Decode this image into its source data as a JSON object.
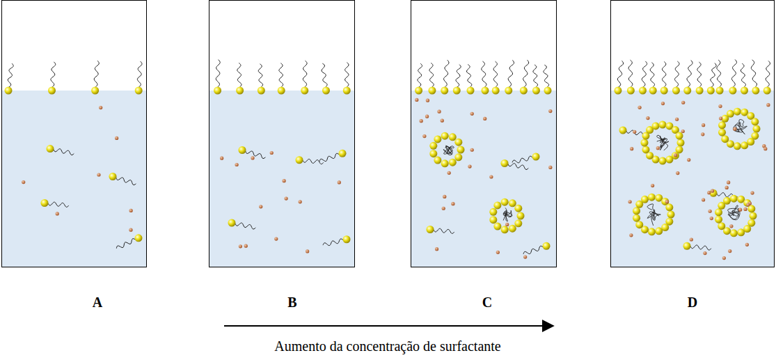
{
  "diagram": {
    "nodes": [
      {
        "text": [
          "A"
        ]
      },
      {
        "text": [
          "B"
        ]
      },
      {
        "text": [
          "C"
        ]
      },
      {
        "text": [
          "D"
        ]
      }
    ],
    "labels": [
      "Aumento da concentração de surfactante"
    ]
  }
}
